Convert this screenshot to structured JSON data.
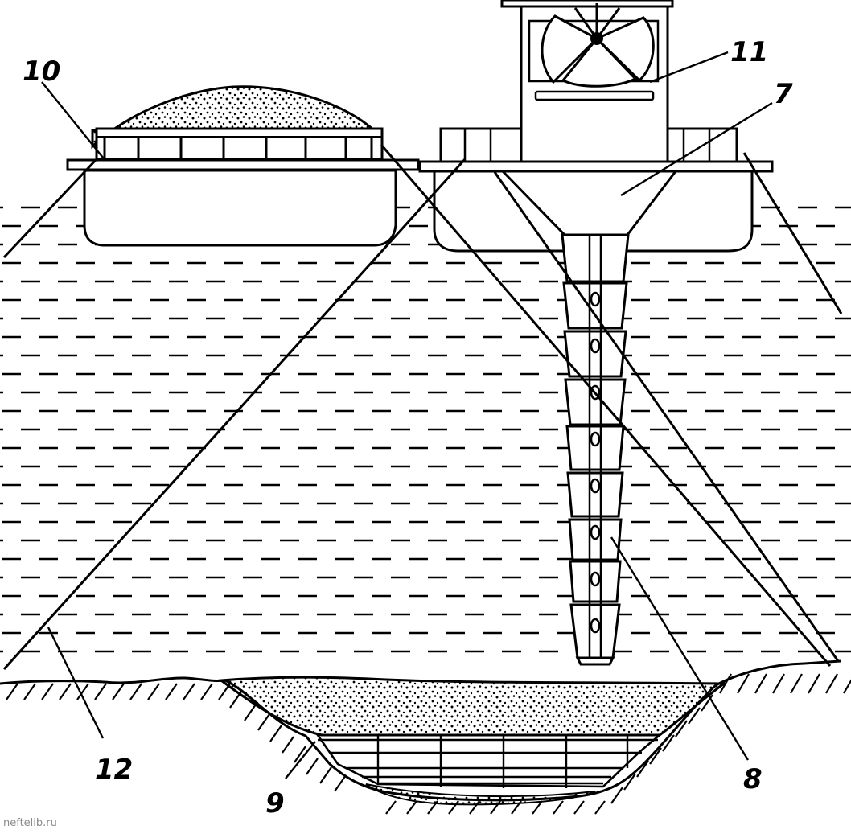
{
  "labels": {
    "l10": "10",
    "l11": "11",
    "l7": "7",
    "l12": "12",
    "l9": "9",
    "l8": "8"
  },
  "watermark": "neftelib.ru",
  "colors": {
    "ink": "#000000",
    "paper": "#ffffff"
  }
}
